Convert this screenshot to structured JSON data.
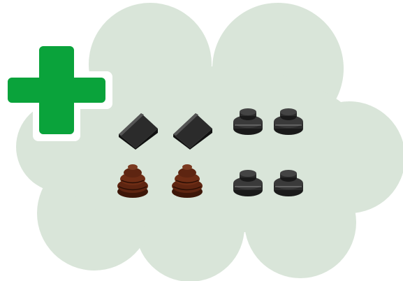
{
  "colors": {
    "cloud": "#d9e5d9",
    "plus_green": "#0aa33b",
    "plus_outline": "#ffffff",
    "black_part": "#2b2b2b",
    "brown_part": "#5e2511"
  },
  "parts": [
    {
      "kind": "slope",
      "color": "black"
    },
    {
      "kind": "slope",
      "color": "black"
    },
    {
      "kind": "round-plate",
      "color": "black"
    },
    {
      "kind": "round-plate",
      "color": "black"
    },
    {
      "kind": "cone-stack",
      "color": "brown"
    },
    {
      "kind": "cone-stack",
      "color": "brown"
    },
    {
      "kind": "round-plate",
      "color": "black"
    },
    {
      "kind": "round-plate",
      "color": "black"
    }
  ]
}
